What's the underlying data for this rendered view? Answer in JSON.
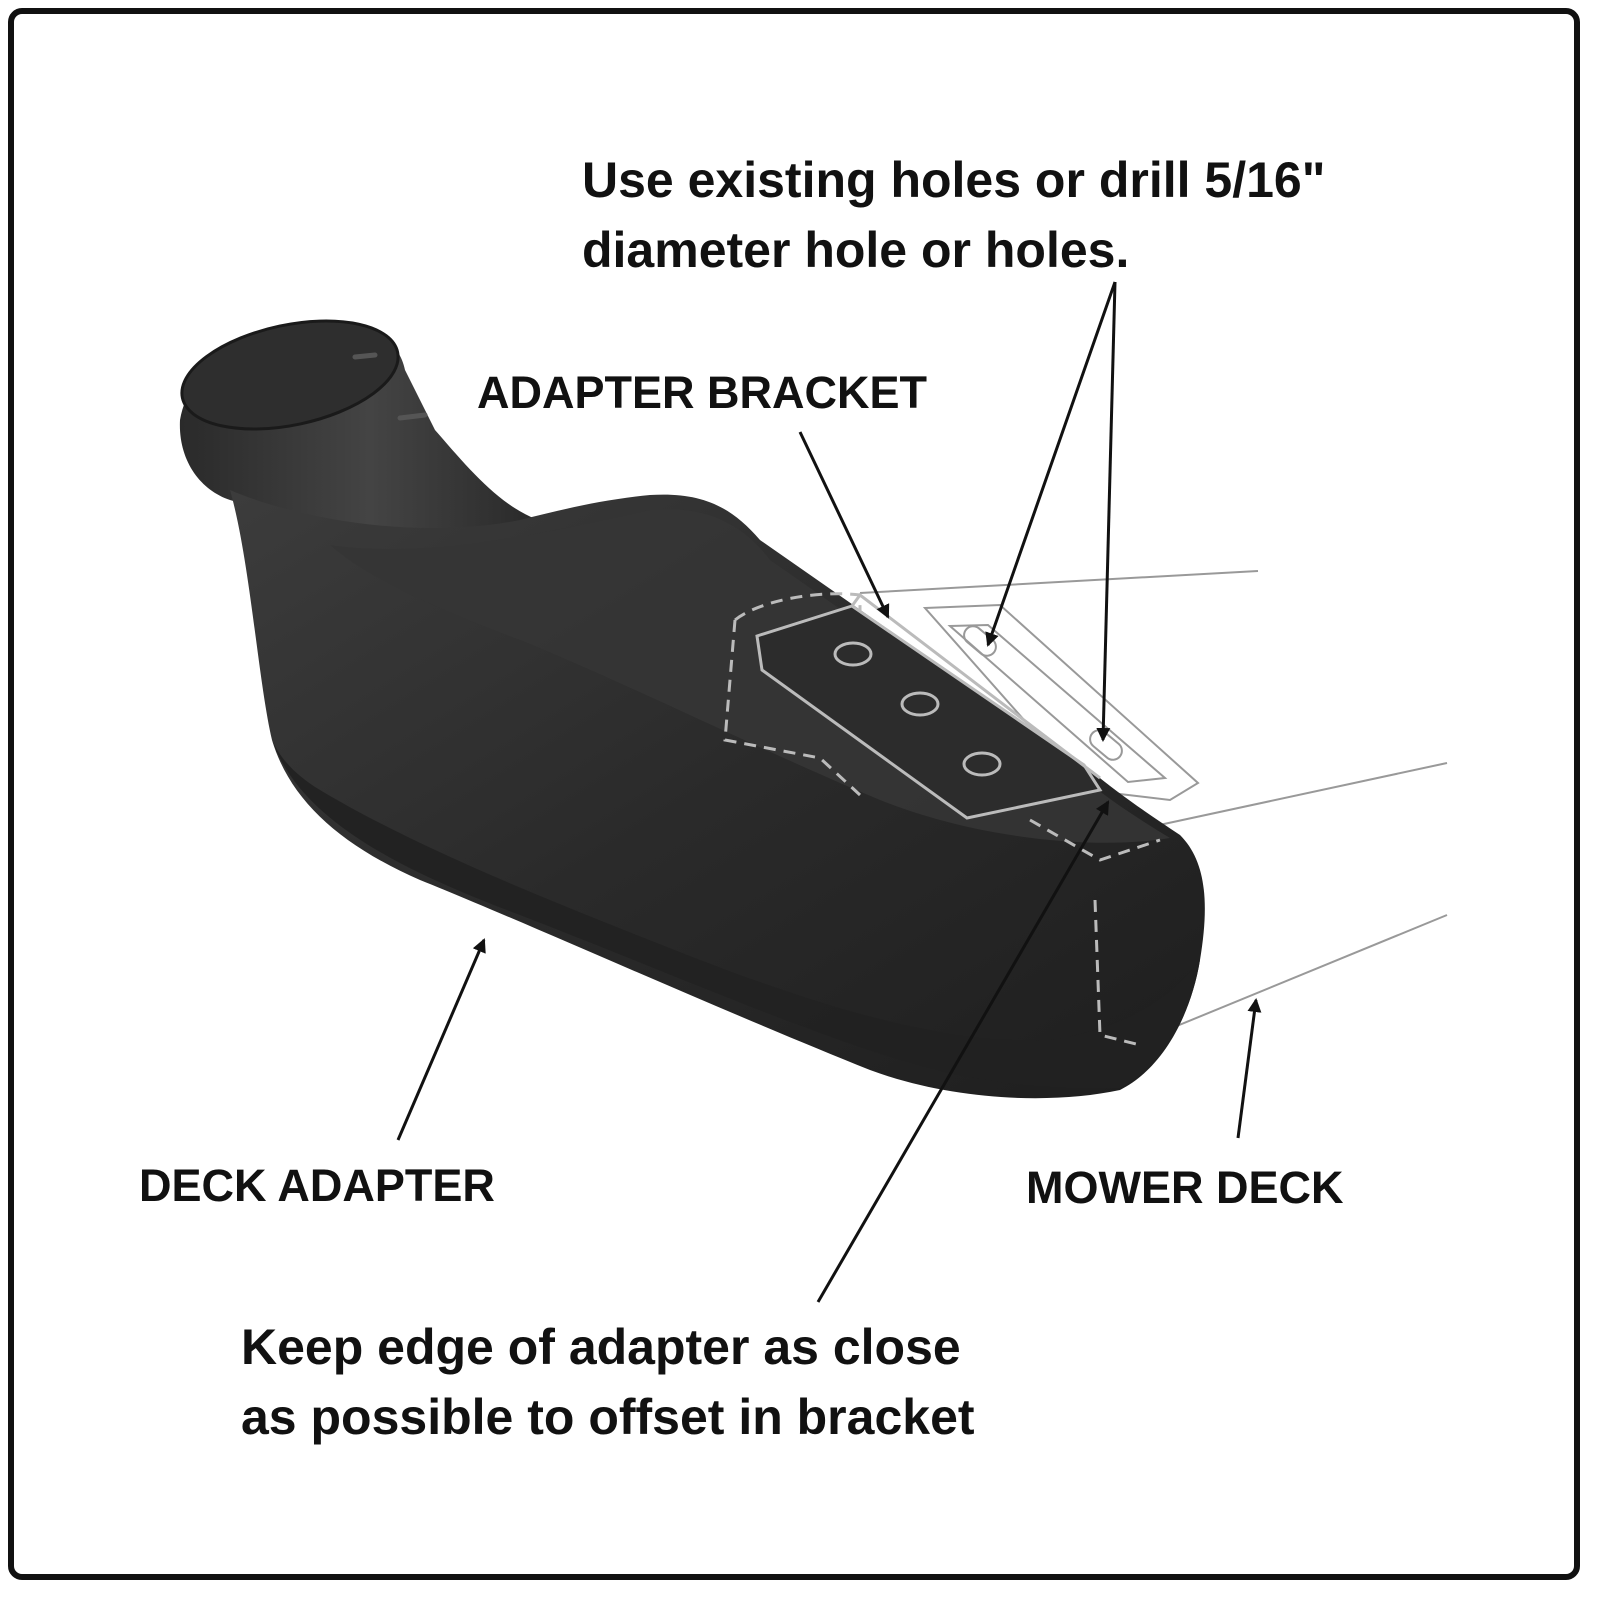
{
  "labels": {
    "holes_line1": "Use existing holes or drill 5/16\"",
    "holes_line2": "diameter hole or holes.",
    "adapter_bracket": "ADAPTER BRACKET",
    "deck_adapter": "DECK ADAPTER",
    "mower_deck": "MOWER DECK",
    "edge_line1": "Keep edge of adapter as close",
    "edge_line2": "as possible to offset in bracket"
  },
  "colors": {
    "adapter_body": "#2b2b2b",
    "adapter_highlight": "#4a4a4a",
    "outline": "#999999",
    "arrow": "#111111"
  }
}
